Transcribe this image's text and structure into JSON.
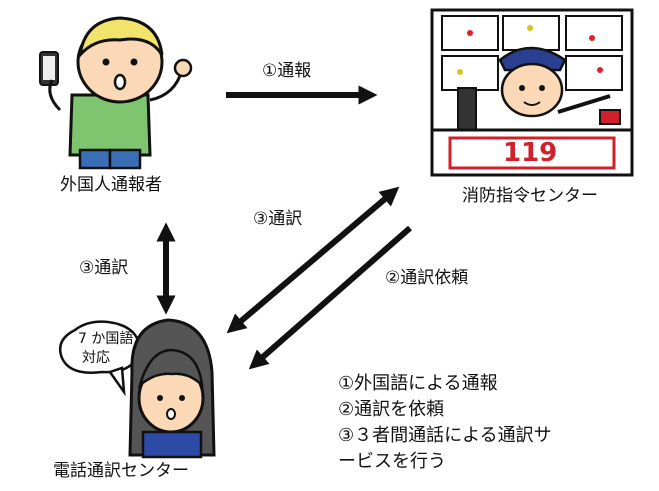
{
  "nodes": {
    "caller": {
      "label": "外国人通報者"
    },
    "dispatch": {
      "label": "消防指令センター",
      "sign": "119"
    },
    "interpreter": {
      "label": "電話通訳センター",
      "bubble_line1": "7 か国語",
      "bubble_line2": "対応"
    }
  },
  "edges": {
    "report": "①通報",
    "interpret_left": "③通訳",
    "interpret_diag": "③通訳",
    "request": "②通訳依頼"
  },
  "notes": [
    "①外国語による通報",
    "②通訳を依頼",
    "③３者間通話による通訳サ",
    "ービスを行う"
  ],
  "colors": {
    "skin": "#fbd9b6",
    "hair_blonde": "#f2e36a",
    "shirt_green": "#7fc46f",
    "pants_blue": "#3a6fb5",
    "police_blue": "#2a3f8f",
    "sign_red": "#d0202a",
    "operator_hair": "#555555",
    "operator_jacket": "#2c4aa6"
  }
}
